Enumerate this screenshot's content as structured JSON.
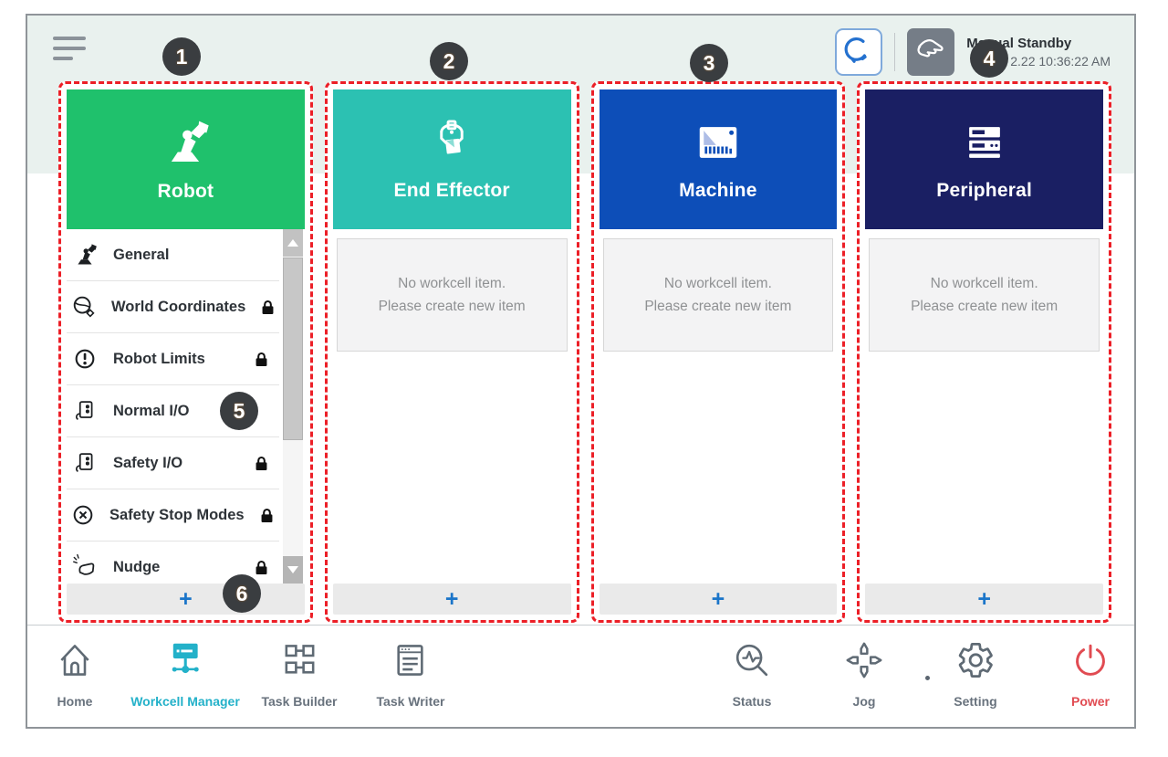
{
  "header": {
    "status_title": "Manual Standby",
    "status_time": "2.22 10:36:22 AM"
  },
  "callouts": [
    "1",
    "2",
    "3",
    "4",
    "5",
    "6"
  ],
  "columns": [
    {
      "label": "Robot",
      "color": "#1fc16c",
      "add_label": "+"
    },
    {
      "label": "End Effector",
      "color": "#2cc1b2",
      "add_label": "+",
      "empty_line1": "No workcell item.",
      "empty_line2": "Please create new item"
    },
    {
      "label": "Machine",
      "color": "#0d4eb8",
      "add_label": "+",
      "empty_line1": "No workcell item.",
      "empty_line2": "Please create new item"
    },
    {
      "label": "Peripheral",
      "color": "#1a1f63",
      "add_label": "+",
      "empty_line1": "No workcell item.",
      "empty_line2": "Please create new item"
    }
  ],
  "robot_menu": [
    {
      "label": "General",
      "locked": false
    },
    {
      "label": "World Coordinates",
      "locked": true
    },
    {
      "label": "Robot Limits",
      "locked": true
    },
    {
      "label": "Normal I/O",
      "locked": false
    },
    {
      "label": "Safety I/O",
      "locked": true
    },
    {
      "label": "Safety Stop Modes",
      "locked": true
    },
    {
      "label": "Nudge",
      "locked": true
    }
  ],
  "bottom_nav": [
    {
      "label": "Home",
      "active": false
    },
    {
      "label": "Workcell Manager",
      "active": true
    },
    {
      "label": "Task Builder",
      "active": false
    },
    {
      "label": "Task Writer",
      "active": false
    },
    {
      "label": "Status",
      "active": false
    },
    {
      "label": "Jog",
      "active": false
    },
    {
      "label": "Setting",
      "active": false
    },
    {
      "label": "Power",
      "active": false
    }
  ],
  "colors": {
    "robot_green": "#1fc16c",
    "end_effector_teal": "#2cc1b2",
    "machine_blue": "#0d4eb8",
    "peripheral_navy": "#1a1f63",
    "callout_badge": "#3a3d40",
    "dashed_outline_red": "#ec1f27",
    "add_button_blue": "#1b75c9",
    "active_nav_teal": "#23b1c9",
    "power_red": "#e14b52",
    "top_bar_bg": "#e9f1ee"
  }
}
